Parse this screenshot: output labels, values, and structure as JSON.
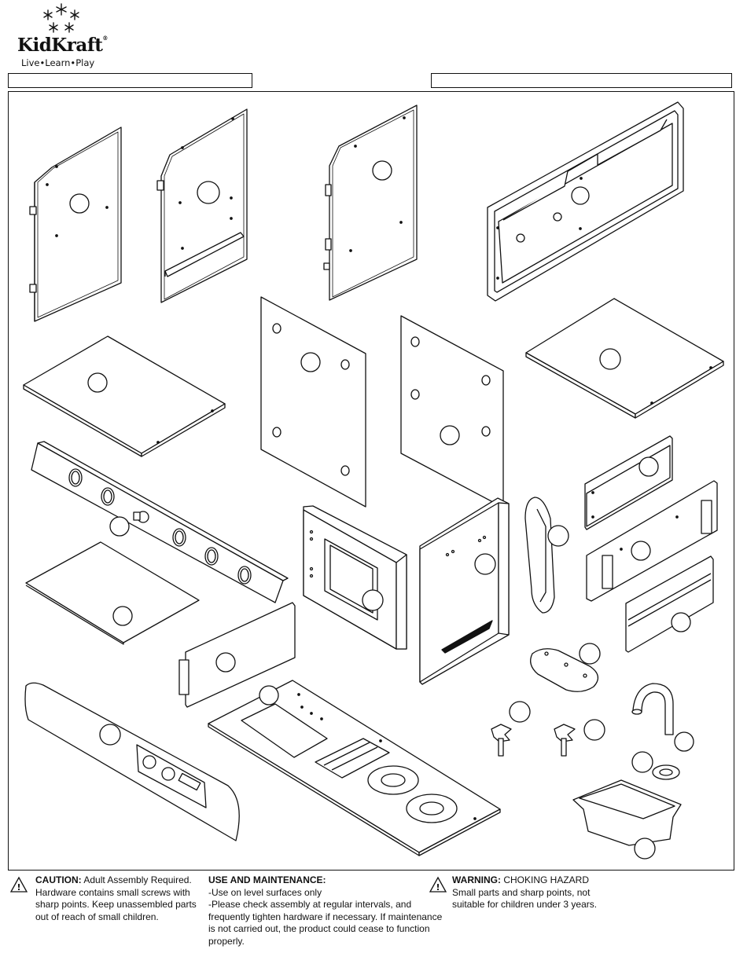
{
  "brand": {
    "name": "KidKraft",
    "tagline": "Live•Learn•Play",
    "reg_mark": "®"
  },
  "notes": {
    "caution": {
      "heading": "CAUTION:",
      "text": "Adult Assembly Required. Hardware contains small screws with sharp points. Keep unassembled parts out of reach of small children."
    },
    "maintenance": {
      "heading": "USE AND MAINTENANCE:",
      "line1": "-Use on level surfaces only",
      "line2": "-Please check assembly at regular intervals, and frequently tighten hardware if necessary.  If maintenance is not carried out, the product could cease to function properly."
    },
    "warning": {
      "heading": "WARNING:",
      "subheading": "CHOKING HAZARD",
      "text": "Small parts and sharp points, not suitable for children under 3 years."
    }
  },
  "icons": [
    "kidkraft-stars-logo",
    "caution-triangle-icon",
    "warning-triangle-icon"
  ]
}
